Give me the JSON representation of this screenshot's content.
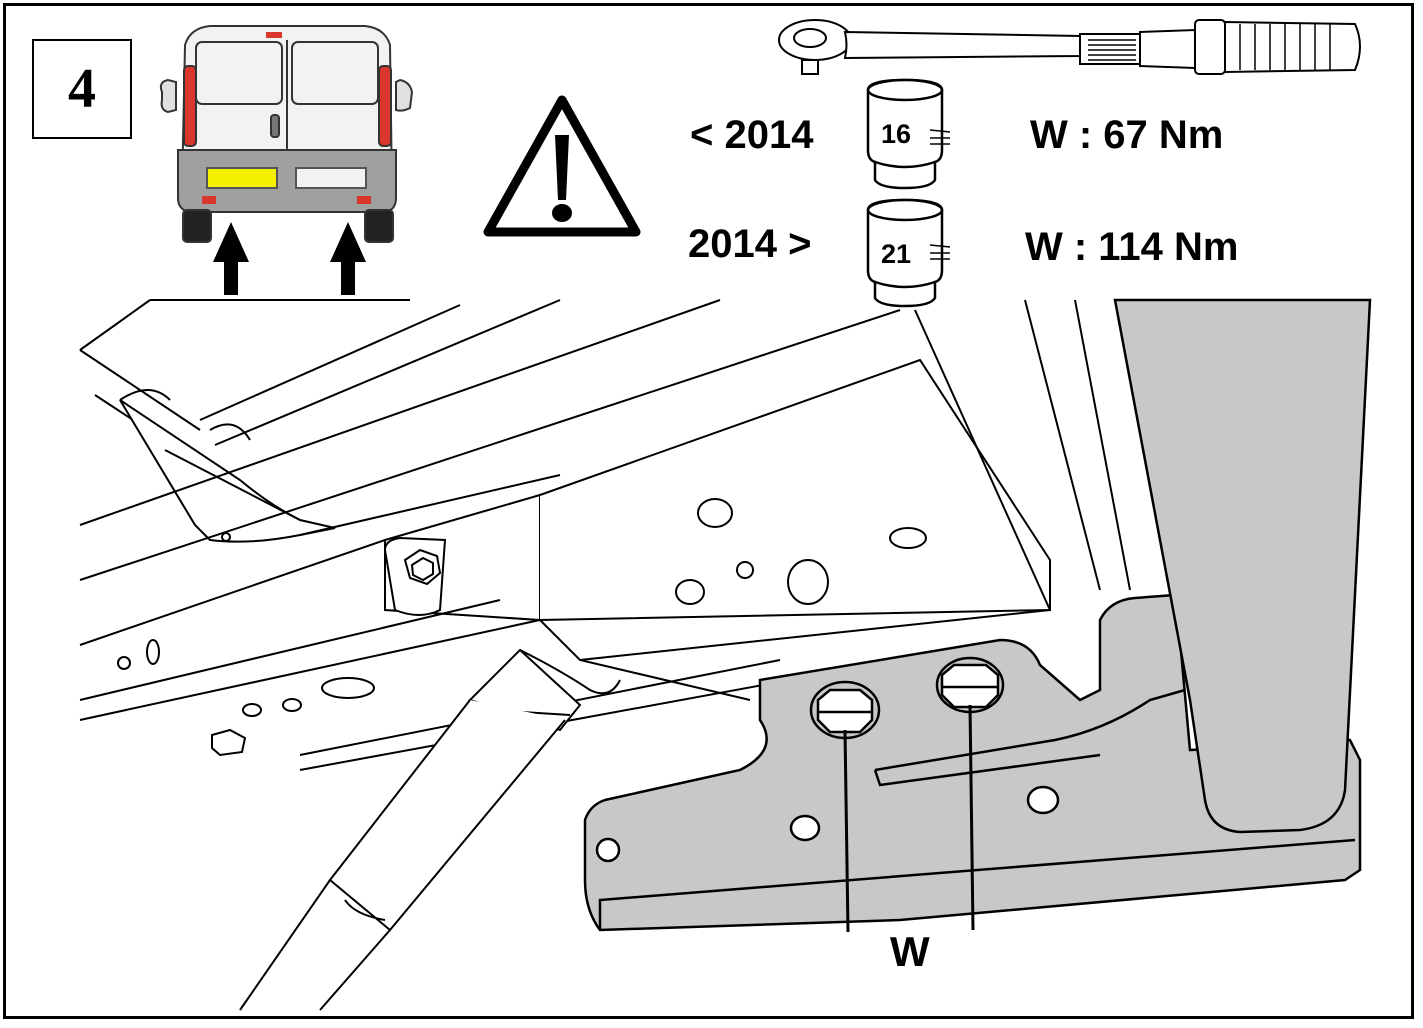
{
  "step_number": "4",
  "sockets": [
    {
      "year_label": "< 2014",
      "socket_size": "16",
      "torque_label": "W : 67 Nm"
    },
    {
      "year_label": "2014 >",
      "socket_size": "21",
      "torque_label": "W : 114 Nm"
    }
  ],
  "bolt_callout": "W",
  "icons": [
    "van-rear-icon",
    "warning-icon",
    "torque-wrench-icon",
    "socket-icon"
  ],
  "colors": {
    "taillight": "#d9362e",
    "plate": "#f5f000",
    "van_body": "#f2f2f2",
    "bracket": "#c8c8c8",
    "van_bumper": "#9a9a9a"
  }
}
